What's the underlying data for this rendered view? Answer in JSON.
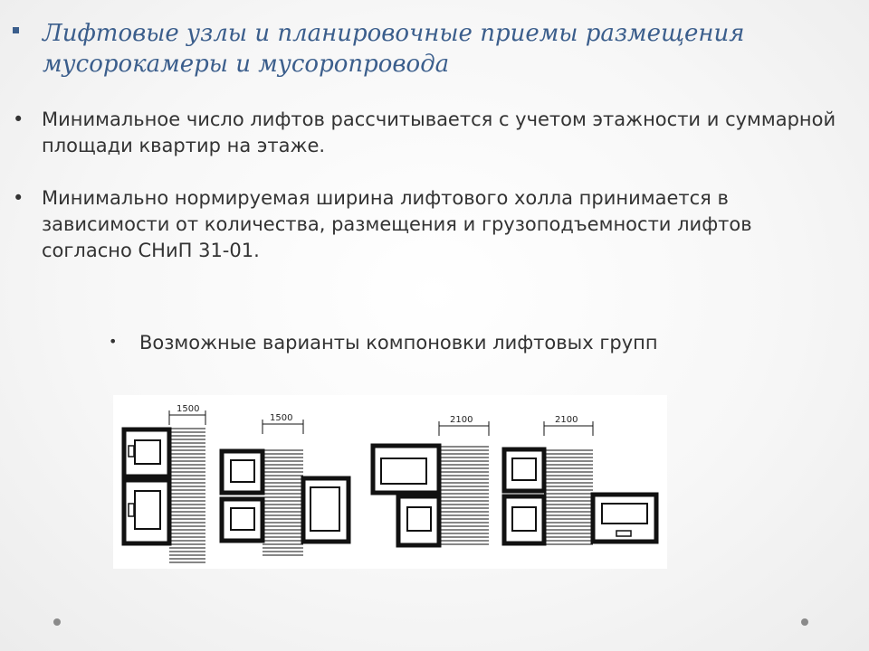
{
  "title": {
    "text": "Лифтовые узлы и планировочные приемы размещения мусорокамеры и мусоропровода"
  },
  "bullets": [
    {
      "text": "Минимальное число лифтов рассчитывается с учетом этажности и суммарной площади квартир на этаже."
    },
    {
      "text": "Минимально нормируемая ширина лифтового холла принимается в зависимости от количества, размещения и грузоподъемности лифтов согласно СНиП 31-01."
    }
  ],
  "sub_bullet": {
    "text": "Возможные варианты компоновки лифтовых групп"
  },
  "figure": {
    "dimensions": [
      "1500",
      "1500",
      "2100",
      "2100"
    ]
  },
  "icons": {
    "title_bullet": "square-bullet-icon",
    "list_bullet": "round-bullet-icon",
    "footer": "dot-icon"
  },
  "colors": {
    "title": "#3b5e8c",
    "body_text": "#333333",
    "footer_dots": "#8a8a8a"
  }
}
